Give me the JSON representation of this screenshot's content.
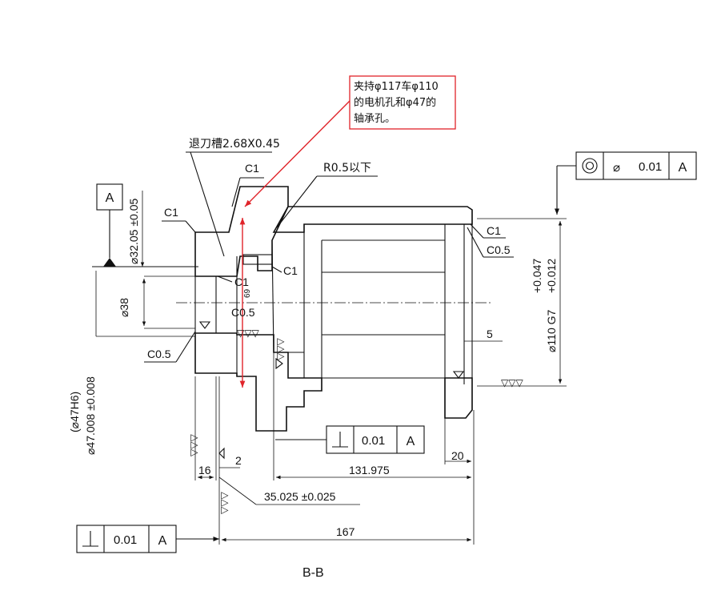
{
  "view_label": "B-B",
  "datum": {
    "label": "A"
  },
  "callout": {
    "lines": [
      "夹持φ117车φ110",
      "的电机孔和φ47的",
      "轴承孔。"
    ],
    "color": "#e0242a"
  },
  "notes": {
    "undercut": "退刀槽2.68X0.45",
    "radius": "R0.5以下"
  },
  "chamfers": {
    "c1_top": "C1",
    "c1_left": "C1",
    "c1_right_top": "C1",
    "c05_right": "C0.5",
    "c1_mid": "C1",
    "c1_bore": "C1",
    "c05_bore": "C0.5",
    "c05_left": "C0.5"
  },
  "dimensions": {
    "d32": "⌀32.05 ±0.05",
    "d38": "⌀38",
    "d47_ref": "(⌀47H6)",
    "d47": "⌀47.008 ±0.008",
    "d110": "⌀110 G7",
    "tol_upper": "+0.047",
    "tol_lower": "+0.012",
    "d69": "69",
    "w16": "16",
    "w2": "2",
    "w5": "5",
    "w20": "20",
    "w131": "131.975",
    "w35": "35.025 ±0.025",
    "w167": "167"
  },
  "fcf_concentric": {
    "symbol": "concentricity-icon",
    "diameter": "⌀",
    "value": "0.01",
    "datum": "A"
  },
  "fcf_perp_mid": {
    "symbol": "perpendicularity-icon",
    "value": "0.01",
    "datum": "A"
  },
  "fcf_perp_bottom": {
    "symbol": "perpendicularity-icon",
    "value": "0.01",
    "datum": "A"
  },
  "surface_finish_symbol": "▽▽▽"
}
